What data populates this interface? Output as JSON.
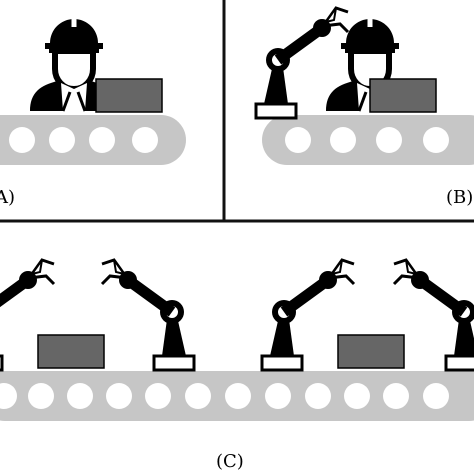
{
  "panels": {
    "a": {
      "label": "(A)"
    },
    "b": {
      "label": "(B)"
    },
    "c": {
      "label": "(C)"
    }
  },
  "colors": {
    "belt": "#c6c6c6",
    "roller": "#ffffff",
    "box": "#666666",
    "ink": "#000000",
    "divider": "#111111"
  },
  "icons": [
    "conveyor-belt-icon",
    "worker-hardhat-icon",
    "robot-arm-icon",
    "box-icon"
  ]
}
